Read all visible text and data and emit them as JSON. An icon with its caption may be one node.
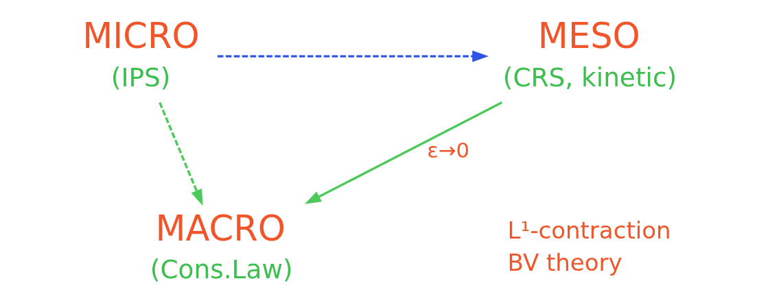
{
  "diagram": {
    "nodes": [
      {
        "text": [
          "MICRO",
          "(IPS)"
        ]
      },
      {
        "text": [
          "MESO",
          "(CRS, kinetic)"
        ]
      },
      {
        "text": [
          "MACRO",
          "(Cons.Law)"
        ]
      }
    ],
    "edges": [
      {
        "from": 0,
        "to": 1,
        "arrow": "to",
        "style": "dashed",
        "color": "#2f55e6"
      },
      {
        "from": 0,
        "to": 2,
        "arrow": "to",
        "style": "dashed"
      },
      {
        "from": 1,
        "to": 2,
        "arrow": "to",
        "label": "ε→0"
      }
    ],
    "labels": [
      "L¹-contraction",
      "BV theory"
    ]
  }
}
